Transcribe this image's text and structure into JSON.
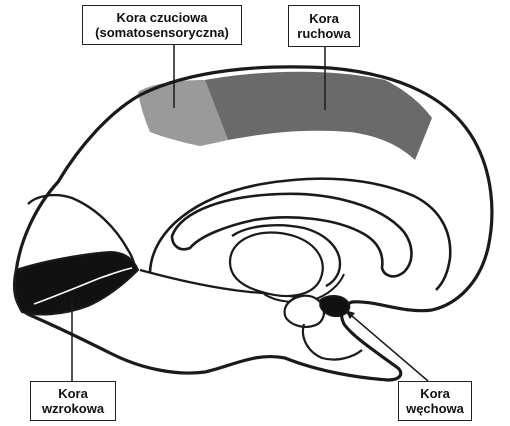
{
  "labels": {
    "somatosensory": {
      "line1": "Kora czuciowa",
      "line2": "(somatosensoryczna)"
    },
    "motor": {
      "line1": "Kora",
      "line2": "ruchowa"
    },
    "visual": {
      "line1": "Kora",
      "line2": "wzrokowa"
    },
    "olfactory": {
      "line1": "Kora",
      "line2": "węchowa"
    }
  },
  "colors": {
    "outline": "#1a1a1a",
    "somatosensory_region": "#9a9a9a",
    "motor_region": "#6a6a6a",
    "visual_region": "#111111",
    "olfactory_region": "#111111",
    "background": "#ffffff"
  }
}
